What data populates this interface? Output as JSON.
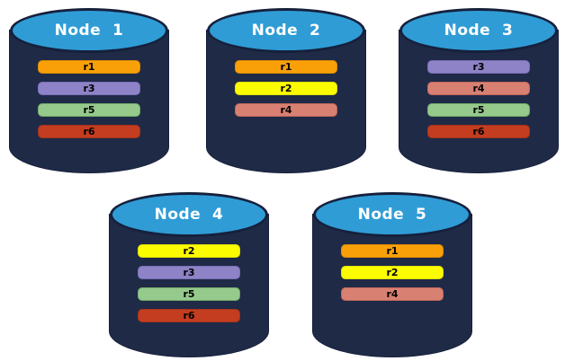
{
  "colors": {
    "background": "#FFFFFF",
    "cylinder_body": "#1F2A47",
    "cylinder_top_fill": "#2F9CD6",
    "cylinder_top_border": "#16203C",
    "node_title_text": "#FFFFFF",
    "replica_label_text": "#000000"
  },
  "replica_colors": {
    "r1": {
      "fill": "#F9A008",
      "border": "#DE8C00"
    },
    "r2": {
      "fill": "#FCFC00",
      "border": "#E0E000"
    },
    "r3": {
      "fill": "#8D83C6",
      "border": "#7A6FB8"
    },
    "r4": {
      "fill": "#D88072",
      "border": "#C0685B"
    },
    "r5": {
      "fill": "#96C98C",
      "border": "#72AC69"
    },
    "r6": {
      "fill": "#C43D20",
      "border": "#A53219"
    }
  },
  "nodes": [
    {
      "title": "Node  1",
      "replicas": [
        "r1",
        "r3",
        "r5",
        "r6"
      ]
    },
    {
      "title": "Node  2",
      "replicas": [
        "r1",
        "r2",
        "r4"
      ]
    },
    {
      "title": "Node  3",
      "replicas": [
        "r3",
        "r4",
        "r5",
        "r6"
      ]
    },
    {
      "title": "Node  4",
      "replicas": [
        "r2",
        "r3",
        "r5",
        "r6"
      ]
    },
    {
      "title": "Node  5",
      "replicas": [
        "r1",
        "r2",
        "r4"
      ]
    }
  ]
}
